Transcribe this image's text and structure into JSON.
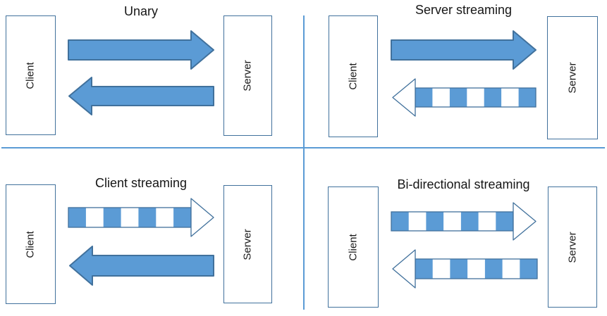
{
  "colors": {
    "arrow_fill": "#5B9BD5",
    "arrow_stroke": "#41719C",
    "box_border": "#41719C",
    "divider": "#5B9BD5",
    "background": "#FFFFFF"
  },
  "quadrants": [
    {
      "id": "unary",
      "title": "Unary",
      "client_label": "Client",
      "server_label": "Server",
      "arrows": [
        {
          "direction": "right",
          "style": "solid"
        },
        {
          "direction": "left",
          "style": "solid"
        }
      ]
    },
    {
      "id": "server-streaming",
      "title": "Server streaming",
      "client_label": "Client",
      "server_label": "Server",
      "arrows": [
        {
          "direction": "right",
          "style": "solid"
        },
        {
          "direction": "left",
          "style": "striped",
          "segments": 7,
          "blue_segments": 4
        }
      ]
    },
    {
      "id": "client-streaming",
      "title": "Client streaming",
      "client_label": "Client",
      "server_label": "Server",
      "arrows": [
        {
          "direction": "right",
          "style": "striped",
          "segments": 7,
          "blue_segments": 4
        },
        {
          "direction": "left",
          "style": "solid"
        }
      ]
    },
    {
      "id": "bidirectional-streaming",
      "title": "Bi-directional streaming",
      "client_label": "Client",
      "server_label": "Server",
      "arrows": [
        {
          "direction": "right",
          "style": "striped",
          "segments": 7,
          "blue_segments": 4
        },
        {
          "direction": "left",
          "style": "striped",
          "segments": 7,
          "blue_segments": 4
        }
      ]
    }
  ]
}
